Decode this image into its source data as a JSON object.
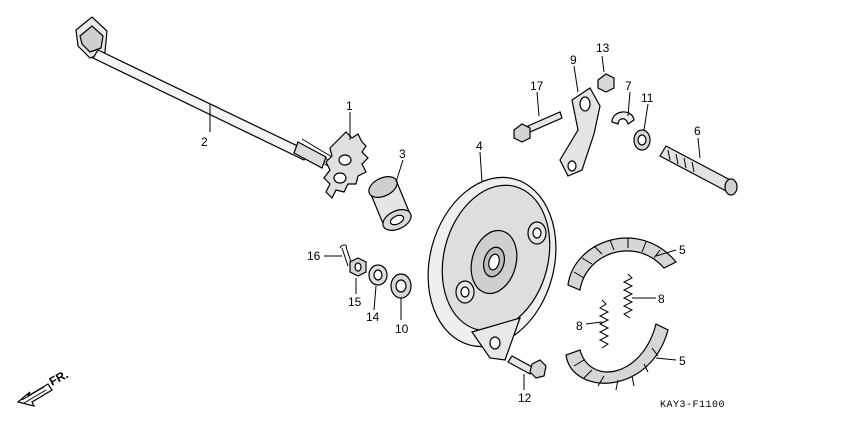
{
  "diagram": {
    "diagram_code": "KAY3-F1100",
    "direction_label": "FR.",
    "callouts": [
      {
        "id": "c1",
        "label": "1"
      },
      {
        "id": "c2",
        "label": "2"
      },
      {
        "id": "c3",
        "label": "3"
      },
      {
        "id": "c4",
        "label": "4"
      },
      {
        "id": "c5a",
        "label": "5"
      },
      {
        "id": "c5b",
        "label": "5"
      },
      {
        "id": "c6",
        "label": "6"
      },
      {
        "id": "c7",
        "label": "7"
      },
      {
        "id": "c8a",
        "label": "8"
      },
      {
        "id": "c8b",
        "label": "8"
      },
      {
        "id": "c9",
        "label": "9"
      },
      {
        "id": "c10",
        "label": "10"
      },
      {
        "id": "c11",
        "label": "11"
      },
      {
        "id": "c12",
        "label": "12"
      },
      {
        "id": "c13",
        "label": "13"
      },
      {
        "id": "c14",
        "label": "14"
      },
      {
        "id": "c15",
        "label": "15"
      },
      {
        "id": "c16",
        "label": "16"
      },
      {
        "id": "c17",
        "label": "17"
      }
    ]
  }
}
